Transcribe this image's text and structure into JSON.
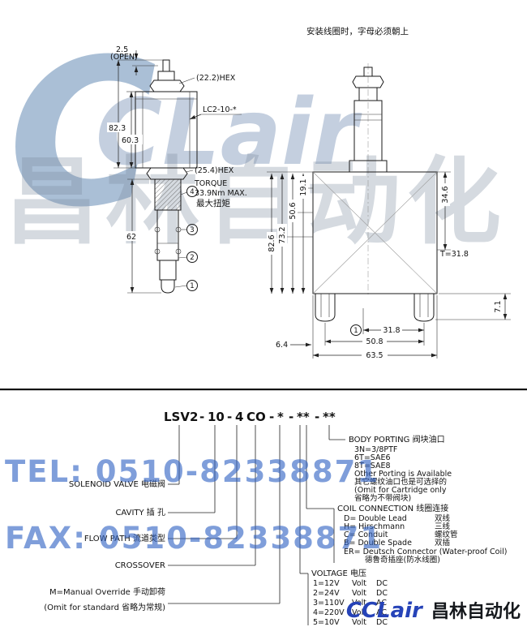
{
  "note_top": "安装线圈时，字母必须朝上",
  "watermark": {
    "logo_c": "C",
    "logo_rest": "CLair",
    "logo_cn": "昌林自动化",
    "tel": "TEL: 0510-82338871",
    "fax": "FAX: 0510-82338871"
  },
  "footer": {
    "brand_en": "CCLair",
    "brand_cn": "昌林自动化"
  },
  "left_drawing": {
    "dim_open": "2.5",
    "open_label": "(OPEN)",
    "hex_top": "(22.2)HEX",
    "coil_model": "LC2-10-*",
    "dim_overall": "82.3",
    "dim_coil": "60.3",
    "hex_body": "(25.4)HEX",
    "torque1": "TORQUE",
    "torque2": "33.9Nm MAX.",
    "torque3": "最大扭矩",
    "dim_length": "62",
    "port4": "4",
    "port3": "3",
    "port2": "2",
    "port1": "1"
  },
  "right_drawing": {
    "dim1": "19.1",
    "dim2": "50.6",
    "dim3": "73.2",
    "dim4": "82.6",
    "dim5": "34.6",
    "thread": "T=31.8",
    "dim6": "7.1",
    "port1": "1",
    "dim7": "31.8",
    "dim8": "50.8",
    "dim9": "6.4",
    "dim10": "63.5"
  },
  "ordering": {
    "code": "LSV2 - 10 - 4 CO - * - ** - **",
    "code_segments": [
      "LSV2",
      "-",
      "10",
      "-",
      "4",
      "CO",
      "-",
      "*",
      "-",
      "**",
      "-",
      "**"
    ],
    "left_labels": [
      "SOLENOID VALVE 电磁阀",
      "CAVITY 插 孔",
      "FLOW PATH 流道类型",
      "CROSSOVER",
      "M=Manual Override 手动卸荷",
      "(Omit for standard 省略为常规)"
    ],
    "body_porting": {
      "title": "BODY PORTING 阀块油口",
      "options": [
        "3N=3/8PTF",
        "6T=SAE6",
        "8T=SAE8",
        "Other Porting is Available",
        "其它螺纹油口也是可选择的",
        "(Omit for Cartridge only",
        "省略为不带阀块)"
      ]
    },
    "coil_connection": {
      "title": "COIL CONNECTION 线圈连接",
      "options": [
        {
          "en": "D= Double Lead",
          "zh": "双线"
        },
        {
          "en": "H= Hirschmann",
          "zh": "三线"
        },
        {
          "en": "C= Conduit",
          "zh": "螺纹管"
        },
        {
          "en": "B= Double Spade",
          "zh": "双插"
        },
        {
          "en": "ER= Deutsch Connector (Water-proof Coil)",
          "zh": ""
        }
      ],
      "note": "德鲁奇插座(防水线圈)"
    },
    "voltage": {
      "title": "VOLTAGE 电压",
      "options": [
        {
          "code": "1=12V",
          "unit": "Volt",
          "type": "DC"
        },
        {
          "code": "2=24V",
          "unit": "Volt",
          "type": "DC"
        },
        {
          "code": "3=110V",
          "unit": "Volt",
          "type": "AC"
        },
        {
          "code": "4=220V",
          "unit": "Volt",
          "type": "AC"
        },
        {
          "code": "5=10V",
          "unit": "Volt",
          "type": "DC"
        }
      ]
    }
  }
}
